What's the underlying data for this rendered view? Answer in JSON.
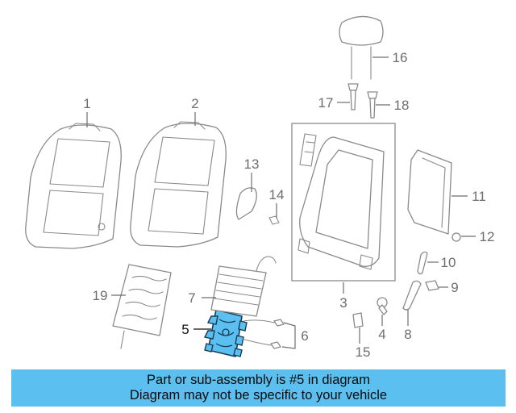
{
  "highlight_color": "#5bc0f0",
  "highlighted_part": "5",
  "callouts": {
    "c1": "1",
    "c2": "2",
    "c3": "3",
    "c4": "4",
    "c5": "5",
    "c6": "6",
    "c7": "7",
    "c8": "8",
    "c9": "9",
    "c10": "10",
    "c11": "11",
    "c12": "12",
    "c13": "13",
    "c14": "14",
    "c15": "15",
    "c16": "16",
    "c17": "17",
    "c18": "18",
    "c19": "19"
  },
  "banner": {
    "line1": "Part or sub-assembly is #5 in diagram",
    "line2": "Diagram may not be specific to your vehicle"
  }
}
